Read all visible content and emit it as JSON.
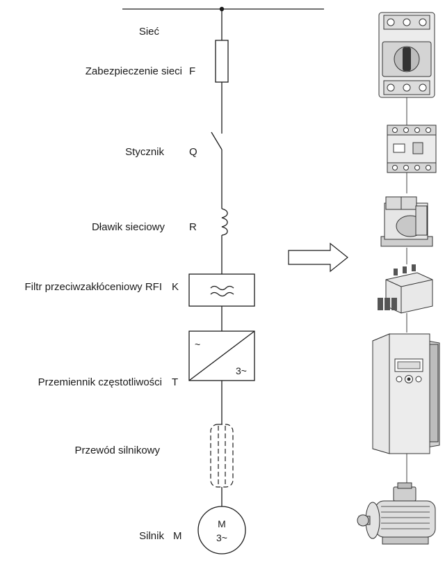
{
  "labels": {
    "siec": "Sieć",
    "fuse": "Zabezpieczenie sieci",
    "contactor": "Stycznik",
    "choke": "Dławik sieciowy",
    "filter": "Filtr przeciwzakłóceniowy RFI",
    "inverter": "Przemiennik częstotliwości",
    "cable": "Przewód silnikowy",
    "motor": "Silnik"
  },
  "codes": {
    "fuse": "F",
    "contactor": "Q",
    "choke": "R",
    "filter": "K",
    "inverter": "T",
    "motor": "M"
  },
  "symbols": {
    "inverter_in": "~",
    "inverter_out": "3~",
    "motor_letter": "M",
    "motor_phase": "3~"
  }
}
